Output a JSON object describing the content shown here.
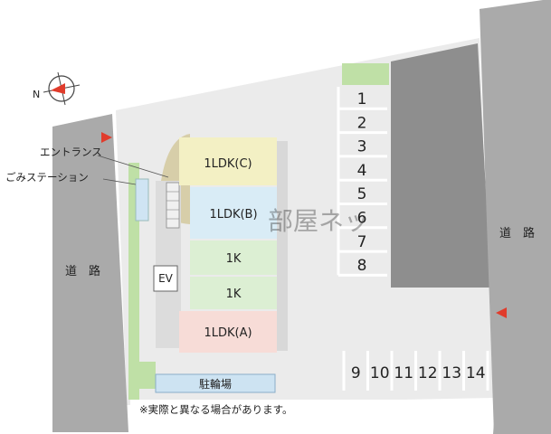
{
  "roads": {
    "left": "道　路",
    "right": "道　路"
  },
  "units": [
    {
      "label": "1LDK(C)",
      "color": "#f3f0c4"
    },
    {
      "label": "1LDK(B)",
      "color": "#d9ecf6"
    },
    {
      "label": "1K",
      "color": "#dcefd3"
    },
    {
      "label": "1K",
      "color": "#dcefd3"
    },
    {
      "label": "1LDK(A)",
      "color": "#f7dcd7"
    }
  ],
  "elevator": "EV",
  "bicycle_parking": "駐輪場",
  "annotations": {
    "entrance": "エントランス",
    "garbage_station": "ごみステーション"
  },
  "parking": {
    "column_slots": [
      "1",
      "2",
      "3",
      "4",
      "5",
      "6",
      "7",
      "8"
    ],
    "row_slots": [
      "9",
      "10",
      "11",
      "12",
      "13",
      "14"
    ]
  },
  "note": "※実際と異なる場合があります。",
  "compass": {
    "north": "N"
  },
  "watermark": "部屋ネッ",
  "colors": {
    "road": "#aaaaaa",
    "lot": "#ebebeb",
    "building_dark": "#8e8e8e",
    "green": "#bfe0a6",
    "entry_marker": "#e03c2c"
  }
}
